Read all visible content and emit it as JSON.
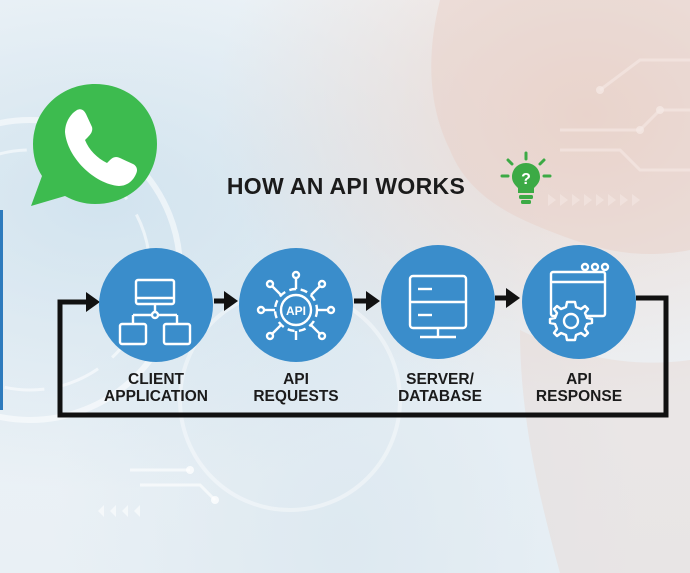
{
  "title": "HOW AN API WORKS",
  "steps": [
    {
      "id": "client",
      "line1": "CLIENT",
      "line2": "APPLICATION",
      "icon": "network-computer-icon"
    },
    {
      "id": "requests",
      "line1": "API",
      "line2": "REQUESTS",
      "icon": "api-gear-icon"
    },
    {
      "id": "server",
      "line1": "SERVER/",
      "line2": "DATABASE",
      "icon": "server-icon"
    },
    {
      "id": "response",
      "line1": "API",
      "line2": "RESPONSE",
      "icon": "browser-gear-icon"
    }
  ],
  "api_icon_text": "API",
  "colors": {
    "circle": "#3a8dcb",
    "whatsapp": "#3dbb4f",
    "bulb": "#3caa45",
    "arrow": "#111111"
  }
}
